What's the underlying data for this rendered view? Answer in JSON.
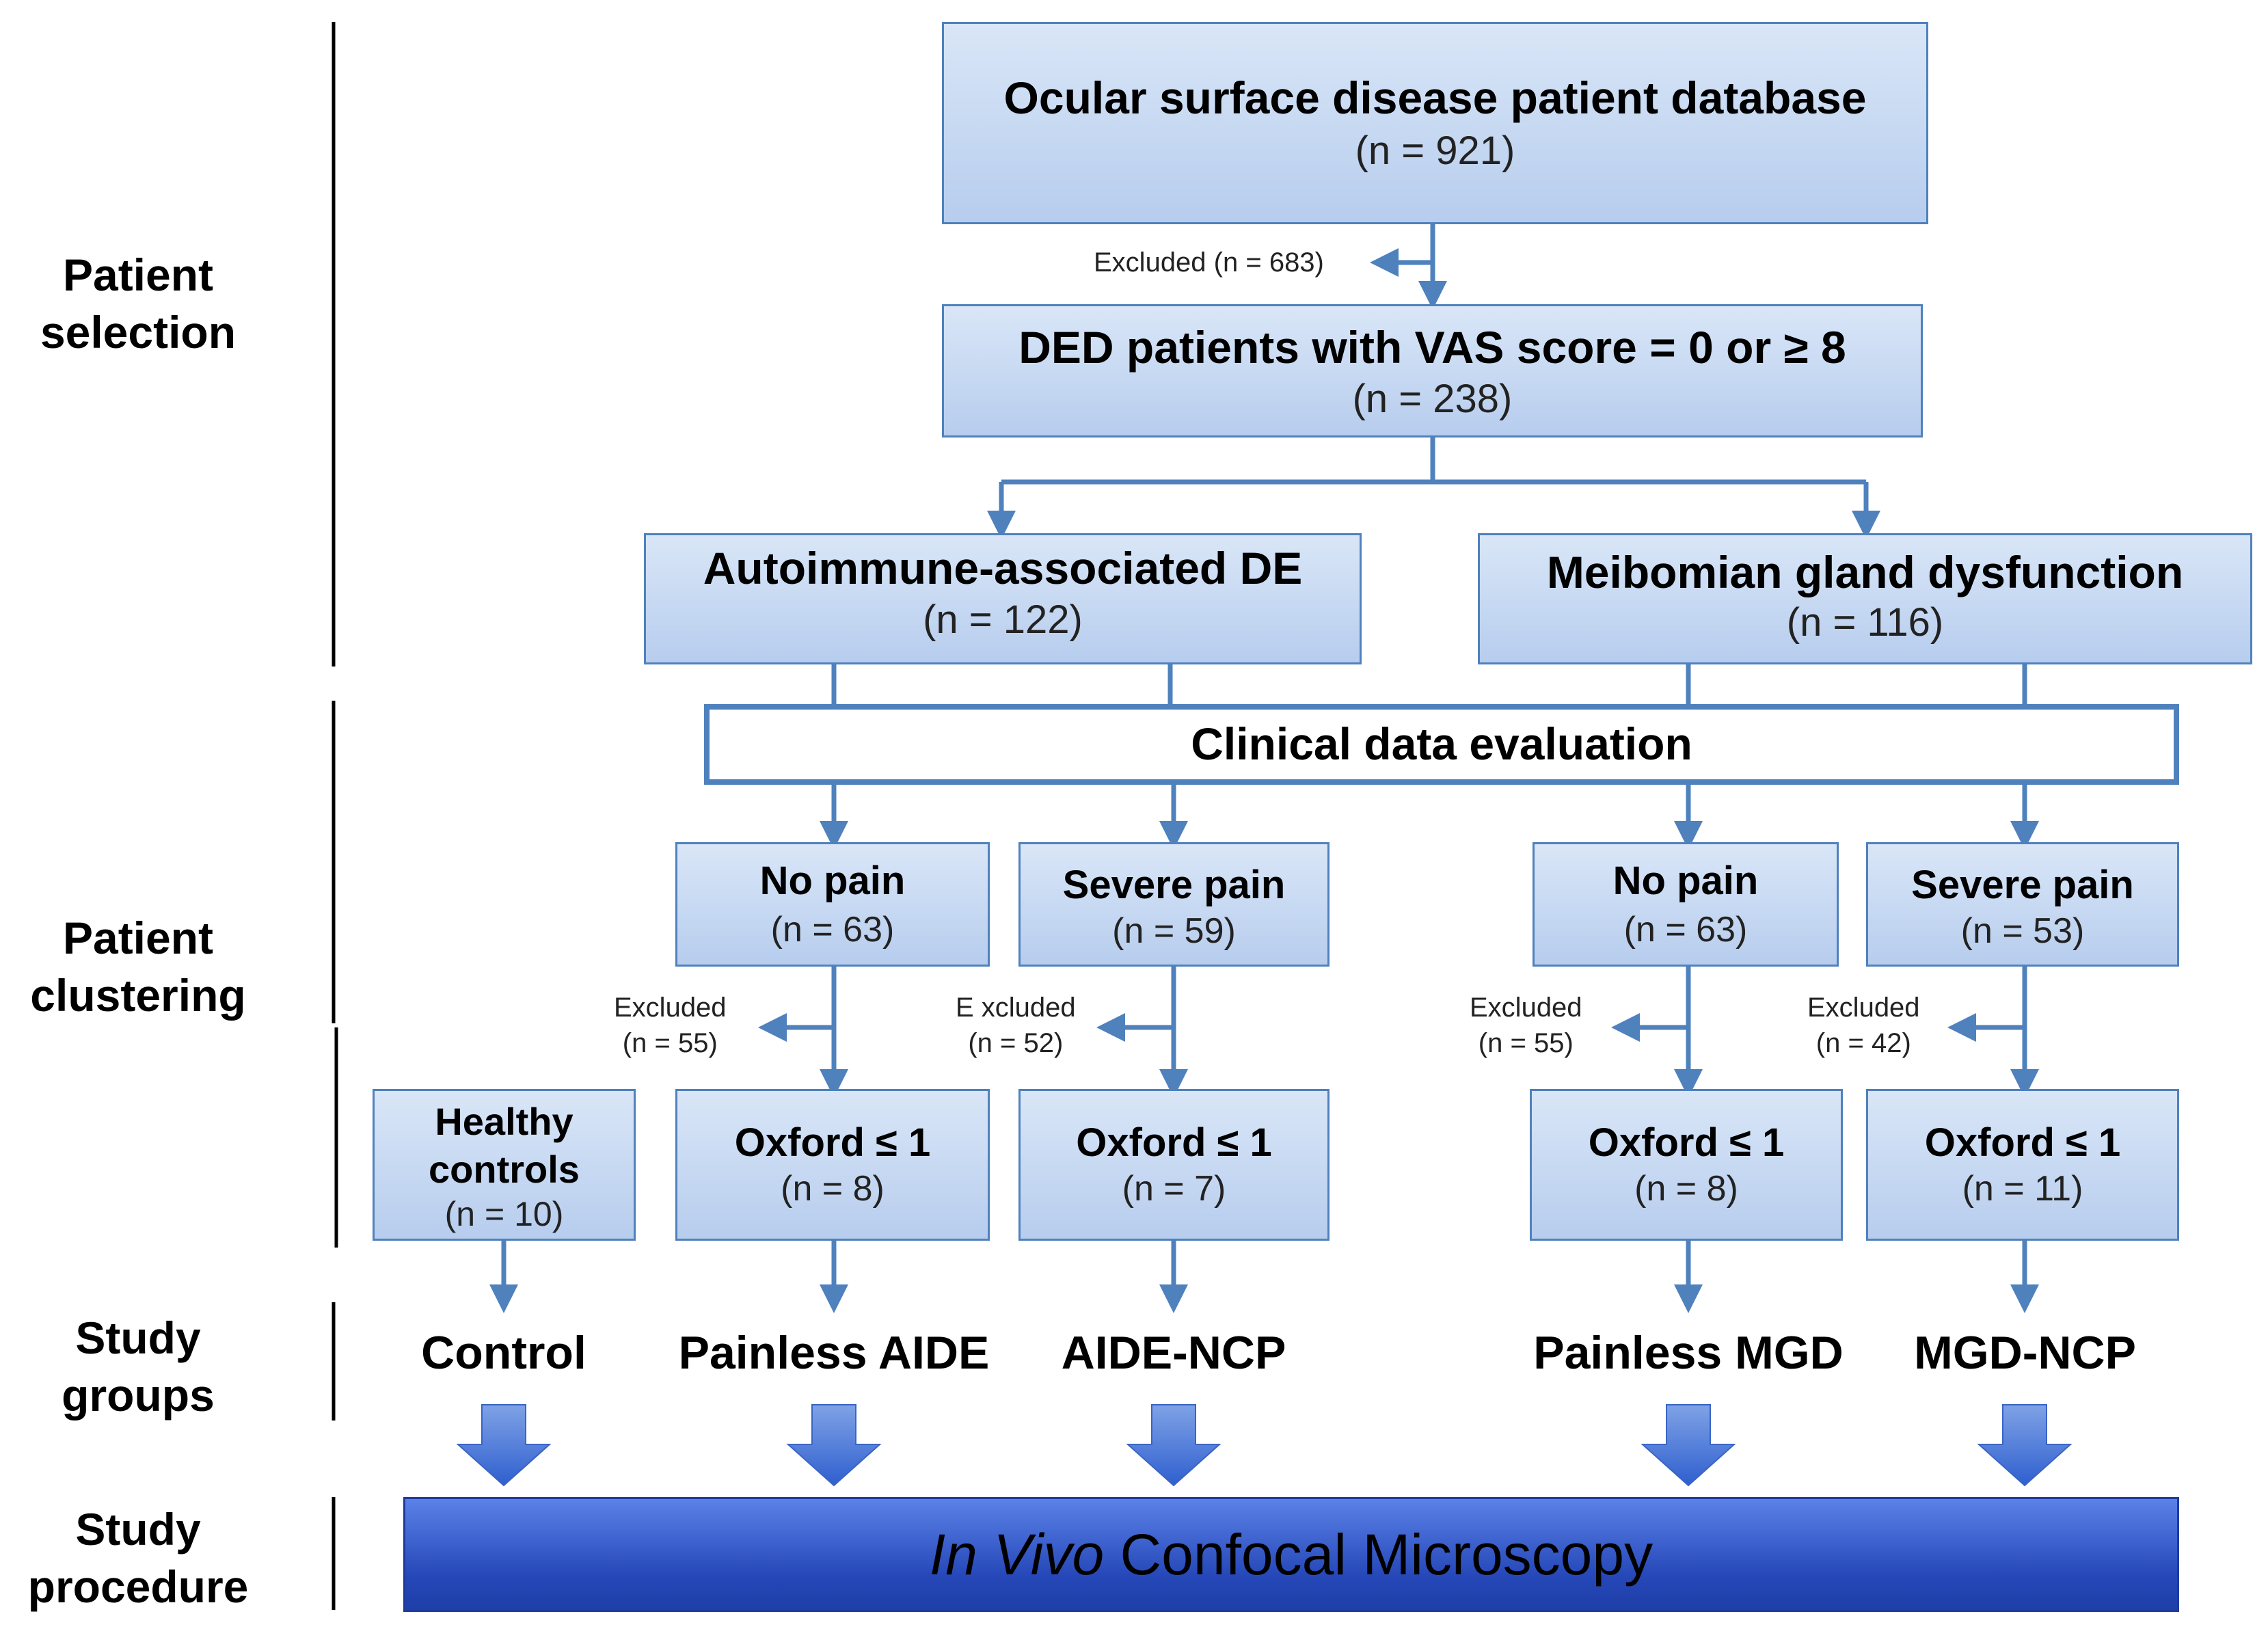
{
  "stages": {
    "selection": "Patient\nselection",
    "clustering": "Patient\nclustering",
    "groups": "Study\ngroups",
    "procedure": "Study\nprocedure"
  },
  "top": {
    "title": "Ocular surface disease patient database",
    "n": "(n = 921)"
  },
  "excluded_top": "Excluded (n = 683)",
  "ded": {
    "title": "DED patients with VAS score = 0 or ≥ 8",
    "n": "(n = 238)"
  },
  "aide": {
    "title": "Autoimmune-associated DE",
    "n": "(n = 122)"
  },
  "mgd": {
    "title": "Meibomian gland dysfunction",
    "n": "(n = 116)"
  },
  "clinical": "Clinical data evaluation",
  "pain": [
    {
      "title": "No pain",
      "n": "(n = 63)"
    },
    {
      "title": "Severe pain",
      "n": "(n = 59)"
    },
    {
      "title": "No pain",
      "n": "(n = 63)"
    },
    {
      "title": "Severe pain",
      "n": "(n = 53)"
    }
  ],
  "excluded": [
    {
      "label": "Excluded",
      "n": "(n = 55)"
    },
    {
      "label": "E xcluded",
      "n": "(n = 52)"
    },
    {
      "label": "Excluded",
      "n": "(n = 55)"
    },
    {
      "label": "Excluded",
      "n": "(n = 42)"
    }
  ],
  "healthy": {
    "line1": "Healthy",
    "line2": "controls",
    "n": "(n = 10)"
  },
  "oxford": [
    {
      "title": "Oxford ≤ 1",
      "n": "(n = 8)"
    },
    {
      "title": "Oxford ≤ 1",
      "n": "(n = 7)"
    },
    {
      "title": "Oxford ≤ 1",
      "n": "(n = 8)"
    },
    {
      "title": "Oxford ≤ 1",
      "n": "(n = 11)"
    }
  ],
  "groups": [
    "Control",
    "Painless AIDE",
    "AIDE-NCP",
    "Painless MGD",
    "MGD-NCP"
  ],
  "procedure": {
    "italic": "In Vivo",
    "rest": " Confocal Microscopy"
  },
  "colors": {
    "line": "#4f81bd",
    "box_top": "#d9e6f7",
    "box_bottom": "#b7cdee",
    "banner": "#2547b8"
  }
}
